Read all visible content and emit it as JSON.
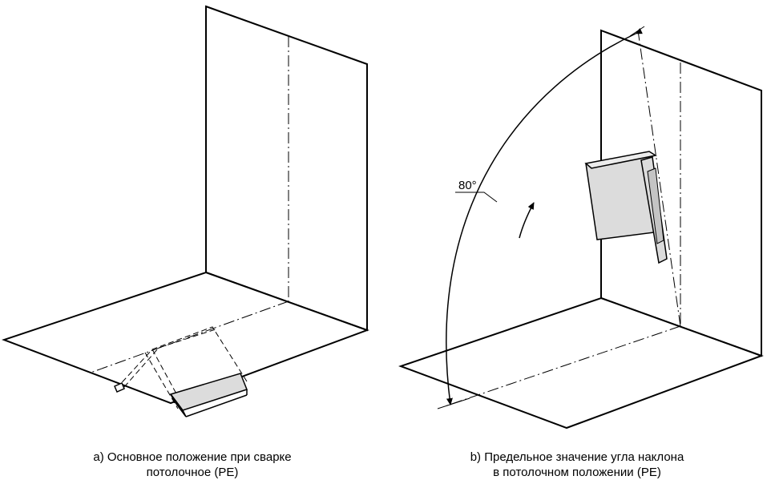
{
  "figure_a": {
    "caption_line1": "a) Основное положение при сварке",
    "caption_line2": "потолочное (PE)"
  },
  "figure_b": {
    "caption_line1": "b) Предельное значение угла наклона",
    "caption_line2": "в потолочном положении (PE)",
    "angle_label": "80°"
  },
  "colors": {
    "line": "#000000",
    "plate_fill": "#dcdcdc",
    "plate_edge_fill": "#c4c4c4"
  }
}
